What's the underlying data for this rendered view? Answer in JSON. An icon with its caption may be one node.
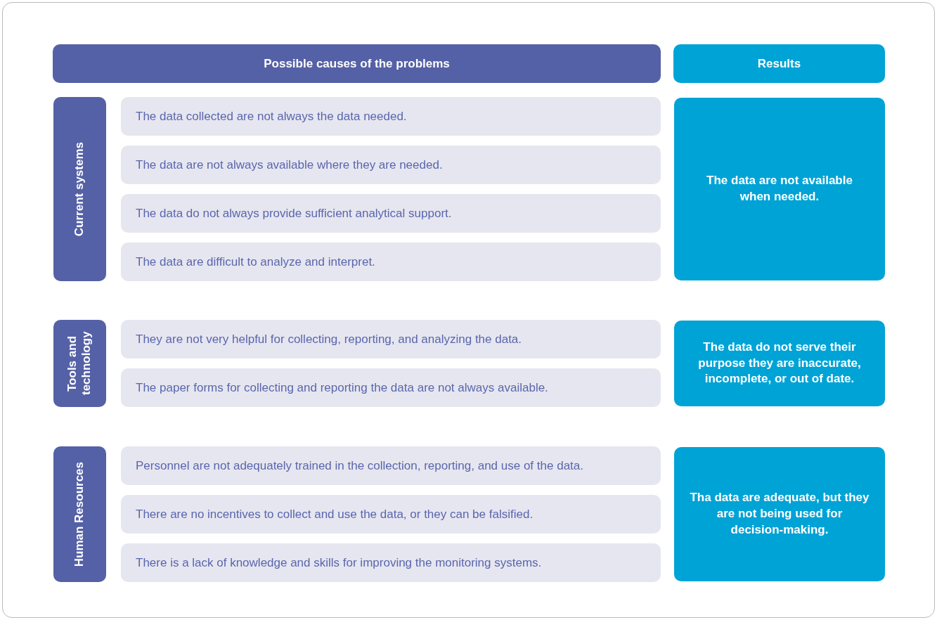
{
  "diagram": {
    "nodes": [
      {
        "text": [
          "Possible causes of the problems"
        ]
      },
      {
        "text": [
          "Results"
        ]
      },
      {
        "text": [
          "Current systems"
        ]
      },
      {
        "text": [
          "The data collected are not always the data needed."
        ]
      },
      {
        "text": [
          "The data are not always available where they are needed."
        ]
      },
      {
        "text": [
          "The data do not always provide sufficient analytical support."
        ]
      },
      {
        "text": [
          "The data are difficult to analyze and interpret."
        ]
      },
      {
        "text": [
          "The data are not available when needed."
        ]
      },
      {
        "text": [
          "Tools and technology"
        ]
      },
      {
        "text": [
          "They are not very helpful for collecting, reporting, and analyzing the data."
        ]
      },
      {
        "text": [
          "The paper forms for collecting and reporting the data are not always available."
        ]
      },
      {
        "text": [
          "The data do not serve their purpose they are inaccurate, incomplete, or out of date."
        ]
      },
      {
        "text": [
          "Human Resources"
        ]
      },
      {
        "text": [
          "Personnel are not adequately trained in the collection, reporting, and use of the data."
        ]
      },
      {
        "text": [
          "There are no incentives to collect and use the data, or they can be falsified."
        ]
      },
      {
        "text": [
          "There is a lack of knowledge and skills for improving the monitoring systems."
        ]
      },
      {
        "text": [
          "Tha data are adequate, but they are not being used for decision-making."
        ]
      }
    ],
    "edges": []
  }
}
